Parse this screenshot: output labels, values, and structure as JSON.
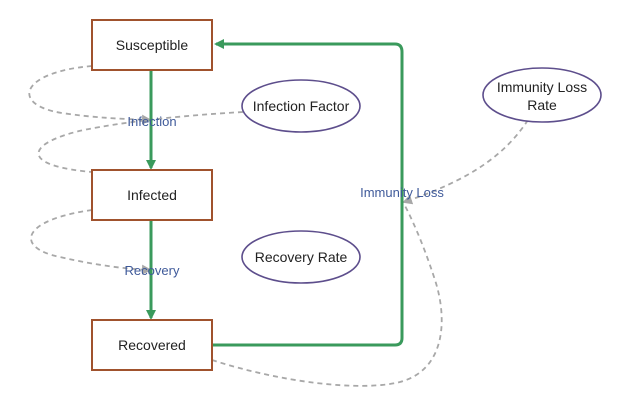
{
  "diagram": {
    "stocks": {
      "susceptible": "Susceptible",
      "infected": "Infected",
      "recovered": "Recovered"
    },
    "auxiliaries": {
      "infection_factor": "Infection Factor",
      "recovery_rate": "Recovery Rate",
      "immunity_loss_rate_line1": "Immunity Loss",
      "immunity_loss_rate_line2": "Rate"
    },
    "flows": {
      "infection": "Infection",
      "recovery": "Recovery",
      "immunity_loss": "Immunity Loss"
    }
  },
  "colors": {
    "stock_border": "#a0522d",
    "auxiliary_border": "#5d4e8c",
    "flow_arrow": "#3a9a5c",
    "flow_label": "#3f5a9a",
    "dependency_link": "#a8a8a8"
  }
}
